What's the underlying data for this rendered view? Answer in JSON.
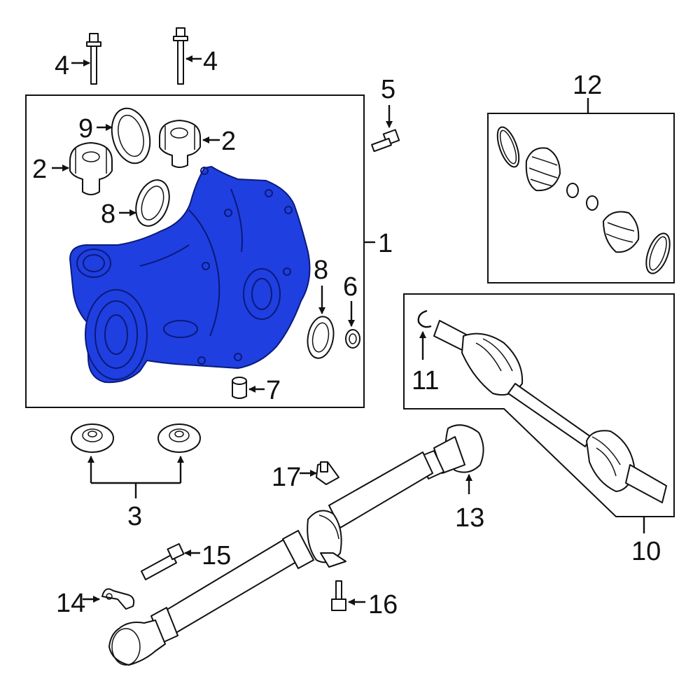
{
  "diagram": {
    "highlight_color": "#1f3fe0",
    "callouts": {
      "c1": "1",
      "c2a": "2",
      "c2b": "2",
      "c3": "3",
      "c4a": "4",
      "c4b": "4",
      "c5": "5",
      "c6": "6",
      "c7": "7",
      "c8a": "8",
      "c8b": "8",
      "c9": "9",
      "c10": "10",
      "c11": "11",
      "c12": "12",
      "c13": "13",
      "c14": "14",
      "c15": "15",
      "c16": "16",
      "c17": "17"
    }
  }
}
